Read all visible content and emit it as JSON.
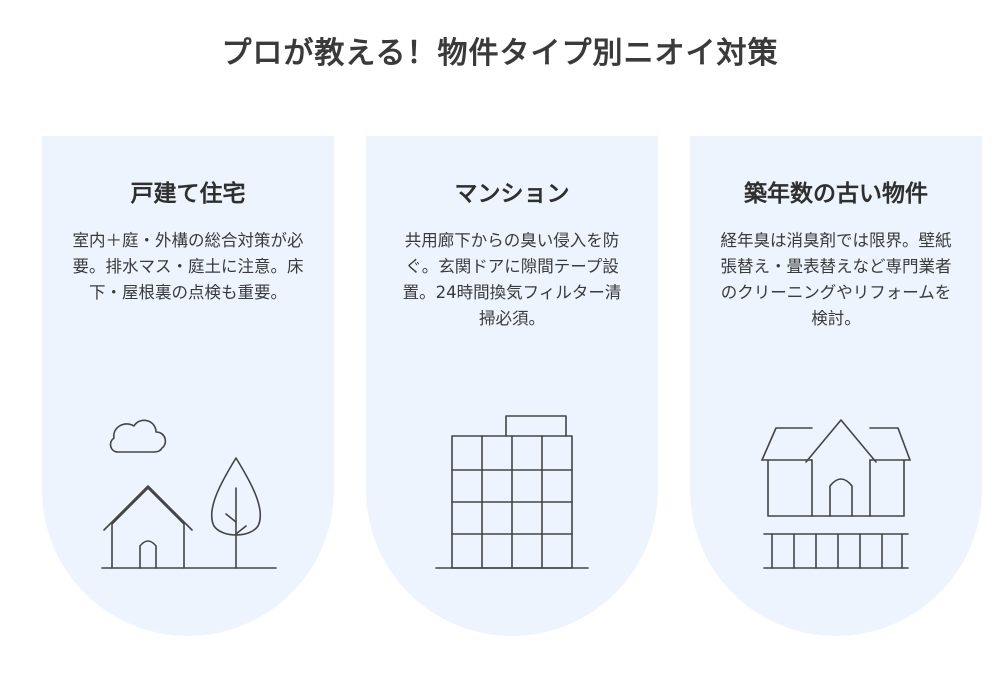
{
  "title": "プロが教える！物件タイプ別ニオイ対策",
  "cards": [
    {
      "heading": "戸建て住宅",
      "body": "室内＋庭・外構の総合対策が必要。排水マス・庭土に注意。床下・屋根裏の点検も重要。",
      "icon": "house-tree-cloud-icon"
    },
    {
      "heading": "マンション",
      "body": "共用廊下からの臭い侵入を防ぐ。玄関ドアに隙間テープ設置。24時間換気フィルター清掃必須。",
      "icon": "apartment-building-icon"
    },
    {
      "heading": "築年数の古い物件",
      "body": "経年臭は消臭剤では限界。壁紙張替え・畳表替えなど専門業者のクリーニングやリフォームを検討。",
      "icon": "old-house-fence-icon"
    }
  ],
  "colors": {
    "card_background": "#eef4fd",
    "line": "#444444",
    "title": "#3a3a3a"
  }
}
